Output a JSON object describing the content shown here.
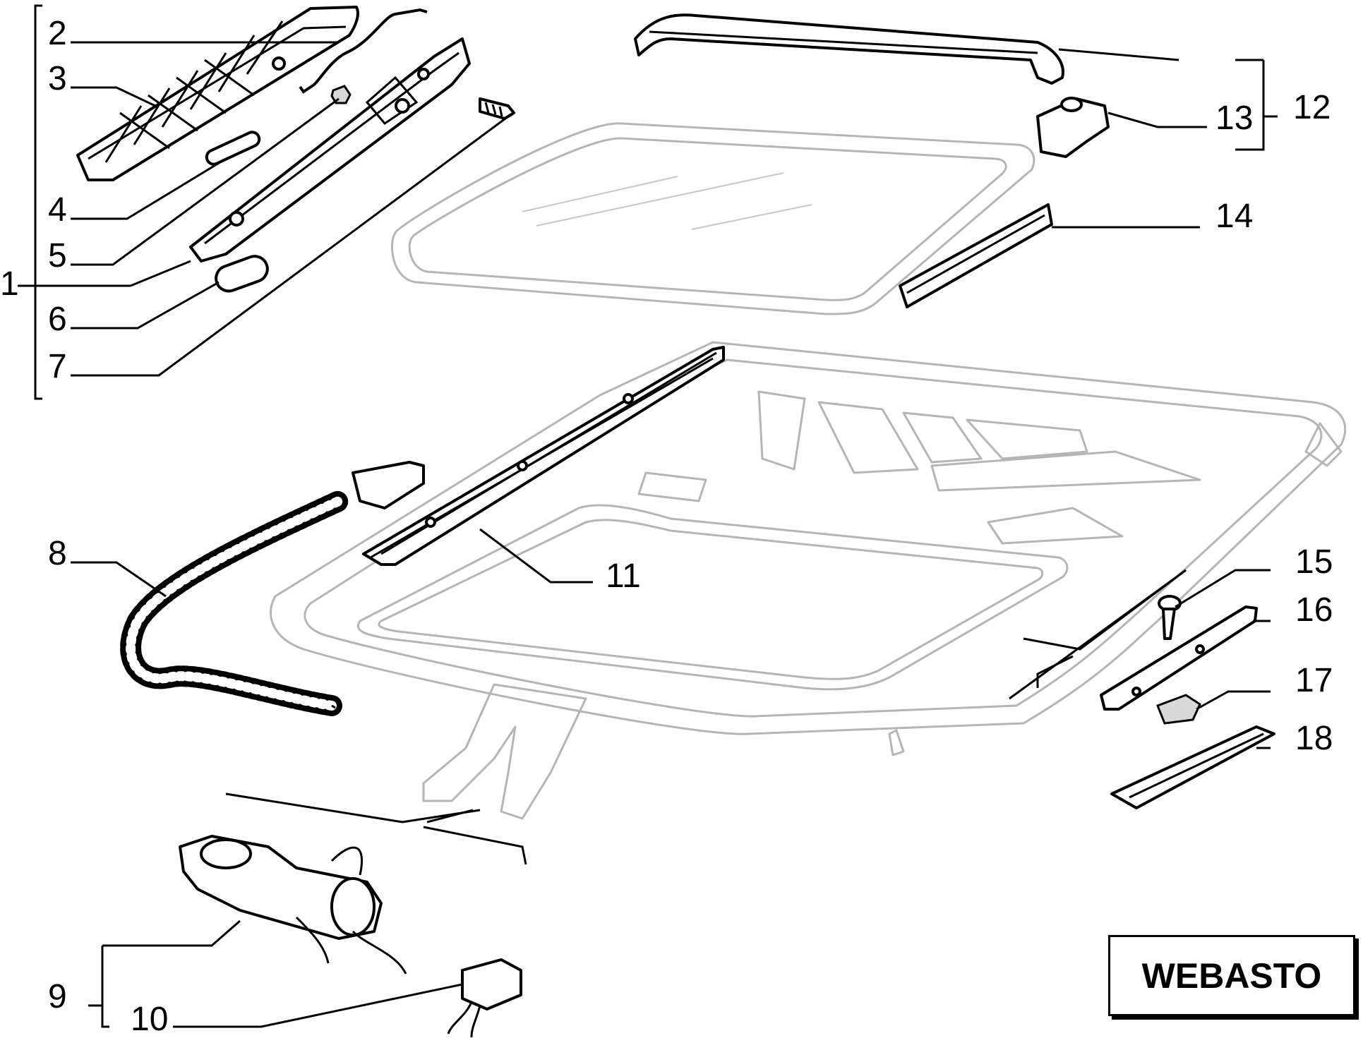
{
  "brand": "WEBASTO",
  "callouts": {
    "c1": "1",
    "c2": "2",
    "c3": "3",
    "c4": "4",
    "c5": "5",
    "c6": "6",
    "c7": "7",
    "c8": "8",
    "c9": "9",
    "c10": "10",
    "c11": "11",
    "c12": "12",
    "c13": "13",
    "c14": "14",
    "c15": "15",
    "c16": "16",
    "c17": "17",
    "c18": "18"
  }
}
